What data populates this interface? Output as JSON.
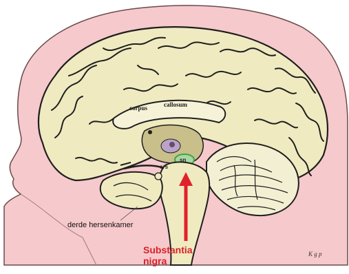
{
  "labels": {
    "corpus_callosum_1": "corpus",
    "corpus_callosum_2": "callosum",
    "small_1": "ers",
    "small_2": "sn",
    "ventricle": "derde hersenkamer",
    "substantia_1": "Substantia",
    "substantia_2": "nigra",
    "signature": "K g p"
  },
  "colors": {
    "skin": "#f6c9cc",
    "skin_outline": "#6a4a4a",
    "brain": "#efeac0",
    "brain_shade": "#d9d29a",
    "outline": "#1e1e1e",
    "pointer": "#e0222b",
    "highlight": "#3fa24a"
  }
}
